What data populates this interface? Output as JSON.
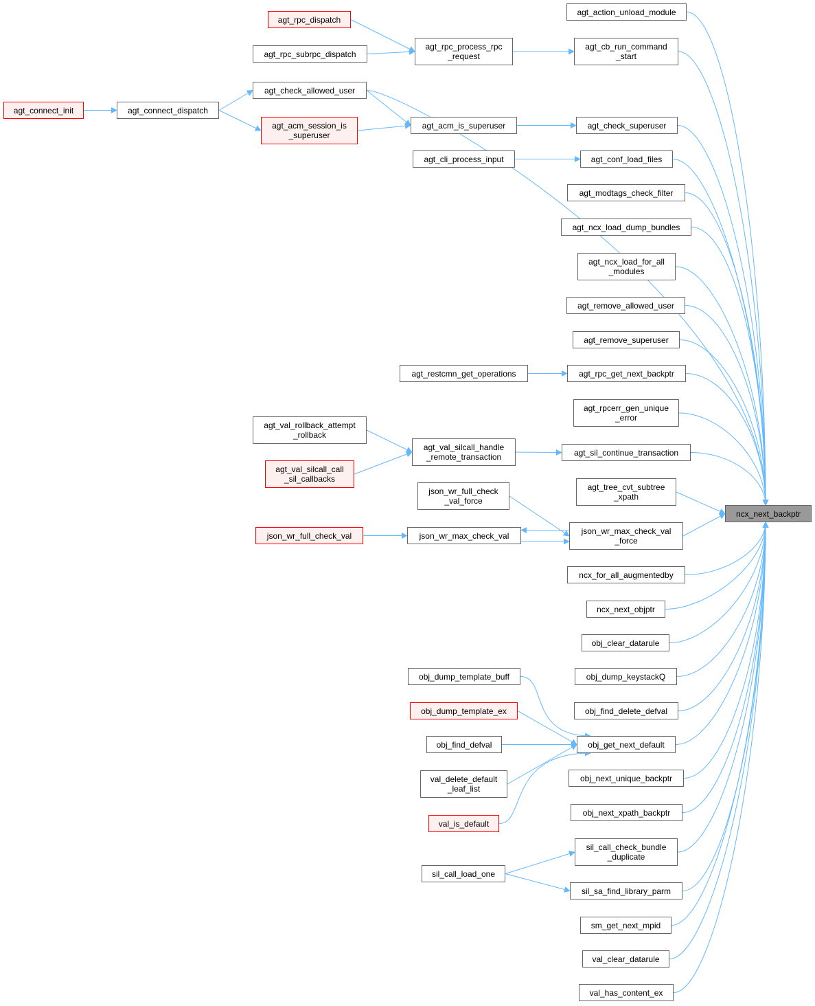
{
  "title": "ncx_next_backptr caller graph",
  "colors": {
    "edge": "#63b8ff",
    "node_border": "#666666",
    "red_border": "#ff0000",
    "red_fill": "#fff0f0",
    "target_fill": "#999999"
  },
  "nodes": [
    {
      "id": "ncx_next_backptr",
      "lines": [
        "ncx_next_backptr"
      ],
      "style": "target"
    },
    {
      "id": "agt_action_unload_module",
      "lines": [
        "agt_action_unload_module"
      ],
      "style": "normal"
    },
    {
      "id": "agt_cb_run_command_start",
      "lines": [
        "agt_cb_run_command",
        "_start"
      ],
      "style": "normal"
    },
    {
      "id": "agt_check_allowed_user",
      "lines": [
        "agt_check_allowed_user"
      ],
      "style": "normal"
    },
    {
      "id": "agt_check_superuser",
      "lines": [
        "agt_check_superuser"
      ],
      "style": "normal"
    },
    {
      "id": "agt_conf_load_files",
      "lines": [
        "agt_conf_load_files"
      ],
      "style": "normal"
    },
    {
      "id": "agt_modtags_check_filter",
      "lines": [
        "agt_modtags_check_filter"
      ],
      "style": "normal"
    },
    {
      "id": "agt_ncx_load_dump_bundles",
      "lines": [
        "agt_ncx_load_dump_bundles"
      ],
      "style": "normal"
    },
    {
      "id": "agt_ncx_load_for_all_modules",
      "lines": [
        "agt_ncx_load_for_all",
        "_modules"
      ],
      "style": "normal"
    },
    {
      "id": "agt_remove_allowed_user",
      "lines": [
        "agt_remove_allowed_user"
      ],
      "style": "normal"
    },
    {
      "id": "agt_remove_superuser",
      "lines": [
        "agt_remove_superuser"
      ],
      "style": "normal"
    },
    {
      "id": "agt_rpc_get_next_backptr",
      "lines": [
        "agt_rpc_get_next_backptr"
      ],
      "style": "normal"
    },
    {
      "id": "agt_rpcerr_gen_unique_error",
      "lines": [
        "agt_rpcerr_gen_unique",
        "_error"
      ],
      "style": "normal"
    },
    {
      "id": "agt_sil_continue_transaction",
      "lines": [
        "agt_sil_continue_transaction"
      ],
      "style": "normal"
    },
    {
      "id": "agt_tree_cvt_subtree_xpath",
      "lines": [
        "agt_tree_cvt_subtree",
        "_xpath"
      ],
      "style": "normal"
    },
    {
      "id": "json_wr_max_check_val_force",
      "lines": [
        "json_wr_max_check_val",
        "_force"
      ],
      "style": "normal"
    },
    {
      "id": "ncx_for_all_augmentedby",
      "lines": [
        "ncx_for_all_augmentedby"
      ],
      "style": "normal"
    },
    {
      "id": "ncx_next_objptr",
      "lines": [
        "ncx_next_objptr"
      ],
      "style": "normal"
    },
    {
      "id": "obj_clear_datarule",
      "lines": [
        "obj_clear_datarule"
      ],
      "style": "normal"
    },
    {
      "id": "obj_dump_keystackQ",
      "lines": [
        "obj_dump_keystackQ"
      ],
      "style": "normal"
    },
    {
      "id": "obj_find_delete_defval",
      "lines": [
        "obj_find_delete_defval"
      ],
      "style": "normal"
    },
    {
      "id": "obj_get_next_default",
      "lines": [
        "obj_get_next_default"
      ],
      "style": "normal"
    },
    {
      "id": "obj_next_unique_backptr",
      "lines": [
        "obj_next_unique_backptr"
      ],
      "style": "normal"
    },
    {
      "id": "obj_next_xpath_backptr",
      "lines": [
        "obj_next_xpath_backptr"
      ],
      "style": "normal"
    },
    {
      "id": "sil_call_check_bundle_duplicate",
      "lines": [
        "sil_call_check_bundle",
        "_duplicate"
      ],
      "style": "normal"
    },
    {
      "id": "sil_sa_find_library_parm",
      "lines": [
        "sil_sa_find_library_parm"
      ],
      "style": "normal"
    },
    {
      "id": "sm_get_next_mpid",
      "lines": [
        "sm_get_next_mpid"
      ],
      "style": "normal"
    },
    {
      "id": "val_clear_datarule",
      "lines": [
        "val_clear_datarule"
      ],
      "style": "normal"
    },
    {
      "id": "val_has_content_ex",
      "lines": [
        "val_has_content_ex"
      ],
      "style": "normal"
    },
    {
      "id": "agt_rpc_dispatch",
      "lines": [
        "agt_rpc_dispatch"
      ],
      "style": "red"
    },
    {
      "id": "agt_rpc_subrpc_dispatch",
      "lines": [
        "agt_rpc_subrpc_dispatch"
      ],
      "style": "normal"
    },
    {
      "id": "agt_rpc_process_rpc_request",
      "lines": [
        "agt_rpc_process_rpc",
        "_request"
      ],
      "style": "normal"
    },
    {
      "id": "agt_connect_init",
      "lines": [
        "agt_connect_init"
      ],
      "style": "red"
    },
    {
      "id": "agt_connect_dispatch",
      "lines": [
        "agt_connect_dispatch"
      ],
      "style": "normal"
    },
    {
      "id": "agt_acm_session_is_superuser",
      "lines": [
        "agt_acm_session_is",
        "_superuser"
      ],
      "style": "red"
    },
    {
      "id": "agt_acm_is_superuser",
      "lines": [
        "agt_acm_is_superuser"
      ],
      "style": "normal"
    },
    {
      "id": "agt_cli_process_input",
      "lines": [
        "agt_cli_process_input"
      ],
      "style": "normal"
    },
    {
      "id": "agt_restcmn_get_operations",
      "lines": [
        "agt_restcmn_get_operations"
      ],
      "style": "normal"
    },
    {
      "id": "agt_val_rollback_attempt_rollback",
      "lines": [
        "agt_val_rollback_attempt",
        "_rollback"
      ],
      "style": "normal"
    },
    {
      "id": "agt_val_silcall_call_sil_callbacks",
      "lines": [
        "agt_val_silcall_call",
        "_sil_callbacks"
      ],
      "style": "red"
    },
    {
      "id": "agt_val_silcall_handle_remote_transaction",
      "lines": [
        "agt_val_silcall_handle",
        "_remote_transaction"
      ],
      "style": "normal"
    },
    {
      "id": "json_wr_full_check_val_force",
      "lines": [
        "json_wr_full_check",
        "_val_force"
      ],
      "style": "normal"
    },
    {
      "id": "json_wr_full_check_val",
      "lines": [
        "json_wr_full_check_val"
      ],
      "style": "red"
    },
    {
      "id": "json_wr_max_check_val",
      "lines": [
        "json_wr_max_check_val"
      ],
      "style": "normal"
    },
    {
      "id": "obj_dump_template_buff",
      "lines": [
        "obj_dump_template_buff"
      ],
      "style": "normal"
    },
    {
      "id": "obj_dump_template_ex",
      "lines": [
        "obj_dump_template_ex"
      ],
      "style": "red"
    },
    {
      "id": "obj_find_defval",
      "lines": [
        "obj_find_defval"
      ],
      "style": "normal"
    },
    {
      "id": "val_delete_default_leaf_list",
      "lines": [
        "val_delete_default",
        "_leaf_list"
      ],
      "style": "normal"
    },
    {
      "id": "val_is_default",
      "lines": [
        "val_is_default"
      ],
      "style": "red"
    },
    {
      "id": "sil_call_load_one",
      "lines": [
        "sil_call_load_one"
      ],
      "style": "normal"
    }
  ],
  "edges": [
    [
      "agt_rpc_dispatch",
      "agt_rpc_process_rpc_request"
    ],
    [
      "agt_rpc_subrpc_dispatch",
      "agt_rpc_process_rpc_request"
    ],
    [
      "agt_rpc_process_rpc_request",
      "agt_cb_run_command_start"
    ],
    [
      "agt_connect_init",
      "agt_connect_dispatch"
    ],
    [
      "agt_connect_dispatch",
      "agt_check_allowed_user"
    ],
    [
      "agt_connect_dispatch",
      "agt_acm_session_is_superuser"
    ],
    [
      "agt_check_allowed_user",
      "agt_acm_is_superuser"
    ],
    [
      "agt_acm_session_is_superuser",
      "agt_acm_is_superuser"
    ],
    [
      "agt_acm_is_superuser",
      "agt_check_superuser"
    ],
    [
      "agt_cli_process_input",
      "agt_conf_load_files"
    ],
    [
      "agt_restcmn_get_operations",
      "agt_rpc_get_next_backptr"
    ],
    [
      "agt_val_rollback_attempt_rollback",
      "agt_val_silcall_handle_remote_transaction"
    ],
    [
      "agt_val_silcall_call_sil_callbacks",
      "agt_val_silcall_handle_remote_transaction"
    ],
    [
      "agt_val_silcall_handle_remote_transaction",
      "agt_sil_continue_transaction"
    ],
    [
      "json_wr_full_check_val_force",
      "json_wr_max_check_val_force"
    ],
    [
      "json_wr_full_check_val",
      "json_wr_max_check_val"
    ],
    [
      "json_wr_max_check_val",
      "json_wr_max_check_val_force"
    ],
    [
      "json_wr_max_check_val_force",
      "json_wr_max_check_val"
    ],
    [
      "obj_dump_template_buff",
      "obj_get_next_default"
    ],
    [
      "obj_dump_template_ex",
      "obj_get_next_default"
    ],
    [
      "obj_find_defval",
      "obj_get_next_default"
    ],
    [
      "val_delete_default_leaf_list",
      "obj_get_next_default"
    ],
    [
      "val_is_default",
      "obj_get_next_default"
    ],
    [
      "sil_call_load_one",
      "sil_call_check_bundle_duplicate"
    ],
    [
      "sil_call_load_one",
      "sil_sa_find_library_parm"
    ],
    [
      "agt_action_unload_module",
      "ncx_next_backptr"
    ],
    [
      "agt_cb_run_command_start",
      "ncx_next_backptr"
    ],
    [
      "agt_check_allowed_user",
      "ncx_next_backptr"
    ],
    [
      "agt_check_superuser",
      "ncx_next_backptr"
    ],
    [
      "agt_conf_load_files",
      "ncx_next_backptr"
    ],
    [
      "agt_modtags_check_filter",
      "ncx_next_backptr"
    ],
    [
      "agt_ncx_load_dump_bundles",
      "ncx_next_backptr"
    ],
    [
      "agt_ncx_load_for_all_modules",
      "ncx_next_backptr"
    ],
    [
      "agt_remove_allowed_user",
      "ncx_next_backptr"
    ],
    [
      "agt_remove_superuser",
      "ncx_next_backptr"
    ],
    [
      "agt_rpc_get_next_backptr",
      "ncx_next_backptr"
    ],
    [
      "agt_rpcerr_gen_unique_error",
      "ncx_next_backptr"
    ],
    [
      "agt_sil_continue_transaction",
      "ncx_next_backptr"
    ],
    [
      "agt_tree_cvt_subtree_xpath",
      "ncx_next_backptr"
    ],
    [
      "json_wr_max_check_val_force",
      "ncx_next_backptr"
    ],
    [
      "ncx_for_all_augmentedby",
      "ncx_next_backptr"
    ],
    [
      "ncx_next_objptr",
      "ncx_next_backptr"
    ],
    [
      "obj_clear_datarule",
      "ncx_next_backptr"
    ],
    [
      "obj_dump_keystackQ",
      "ncx_next_backptr"
    ],
    [
      "obj_find_delete_defval",
      "ncx_next_backptr"
    ],
    [
      "obj_get_next_default",
      "ncx_next_backptr"
    ],
    [
      "obj_next_unique_backptr",
      "ncx_next_backptr"
    ],
    [
      "obj_next_xpath_backptr",
      "ncx_next_backptr"
    ],
    [
      "sil_call_check_bundle_duplicate",
      "ncx_next_backptr"
    ],
    [
      "sil_sa_find_library_parm",
      "ncx_next_backptr"
    ],
    [
      "sm_get_next_mpid",
      "ncx_next_backptr"
    ],
    [
      "val_clear_datarule",
      "ncx_next_backptr"
    ],
    [
      "val_has_content_ex",
      "ncx_next_backptr"
    ]
  ]
}
